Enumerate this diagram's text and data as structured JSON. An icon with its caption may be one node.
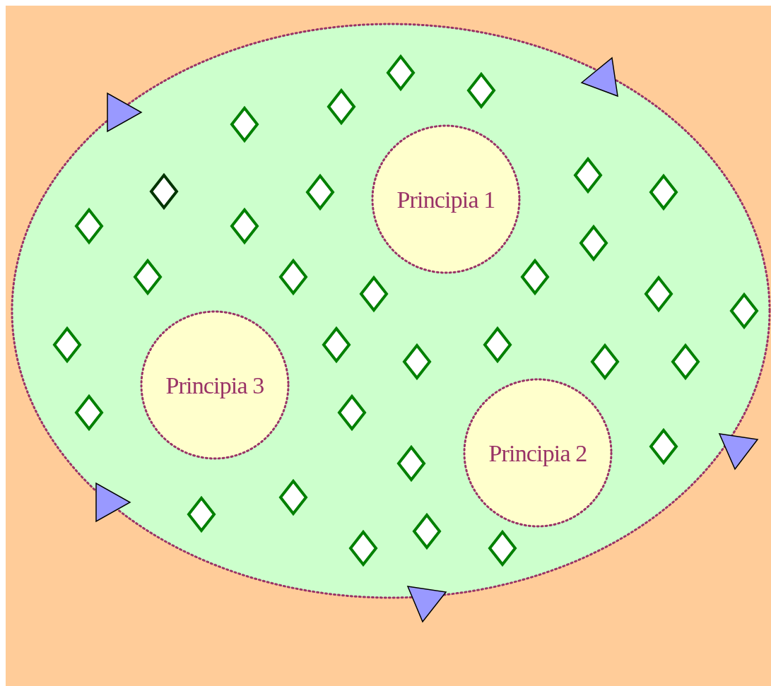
{
  "diagram": {
    "nodes": [
      {
        "text": [],
        "shape": "ellipse"
      },
      {
        "text": [
          "Principia 1"
        ],
        "in": 0
      },
      {
        "text": [
          "Principia 2"
        ],
        "in": 0
      },
      {
        "text": [
          "Principia 3"
        ],
        "in": 0
      }
    ]
  }
}
